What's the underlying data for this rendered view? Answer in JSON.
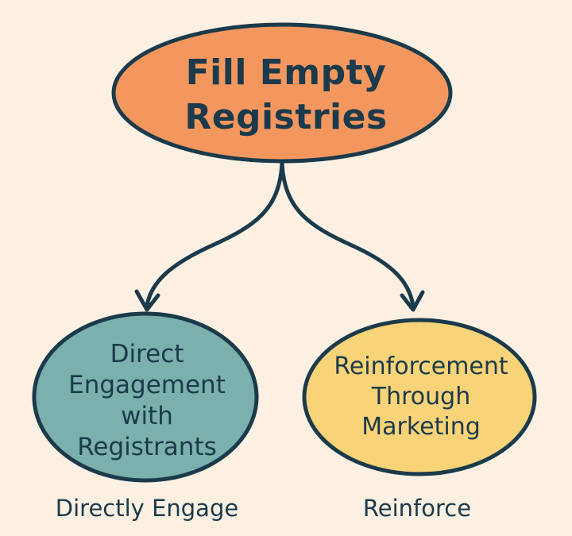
{
  "root": {
    "label": "Fill Empty\nRegistries",
    "color": "#f4975f"
  },
  "branches": [
    {
      "label": "Direct\nEngagement\nwith\nRegistrants",
      "caption": "Directly Engage",
      "color": "#7bb0ad"
    },
    {
      "label": "Reinforcement\nThrough\nMarketing",
      "caption": "Reinforce",
      "color": "#f8d378"
    }
  ],
  "colors": {
    "background": "#fbf0e2",
    "stroke": "#1b3a4b"
  }
}
